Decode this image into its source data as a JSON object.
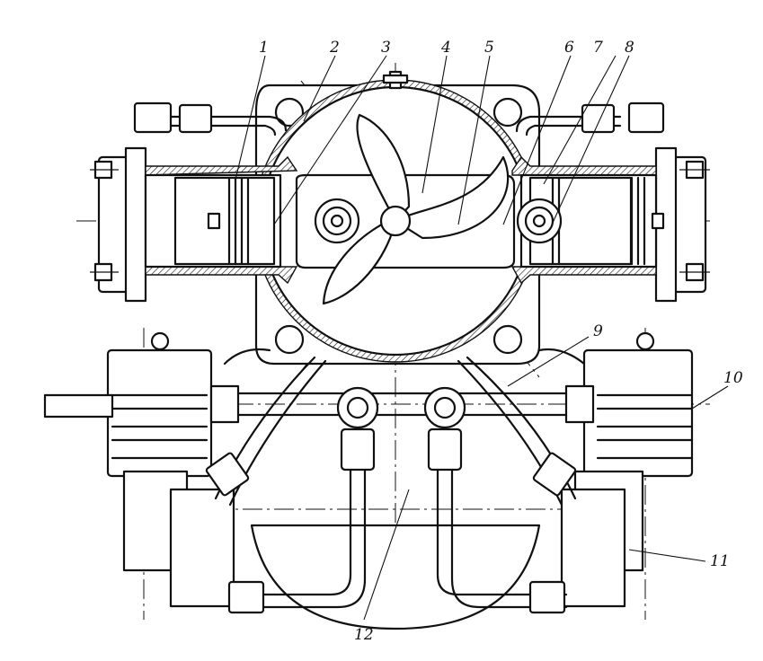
{
  "labels": [
    "1",
    "2",
    "3",
    "4",
    "5",
    "6",
    "7",
    "8",
    "9",
    "10",
    "11",
    "12"
  ]
}
